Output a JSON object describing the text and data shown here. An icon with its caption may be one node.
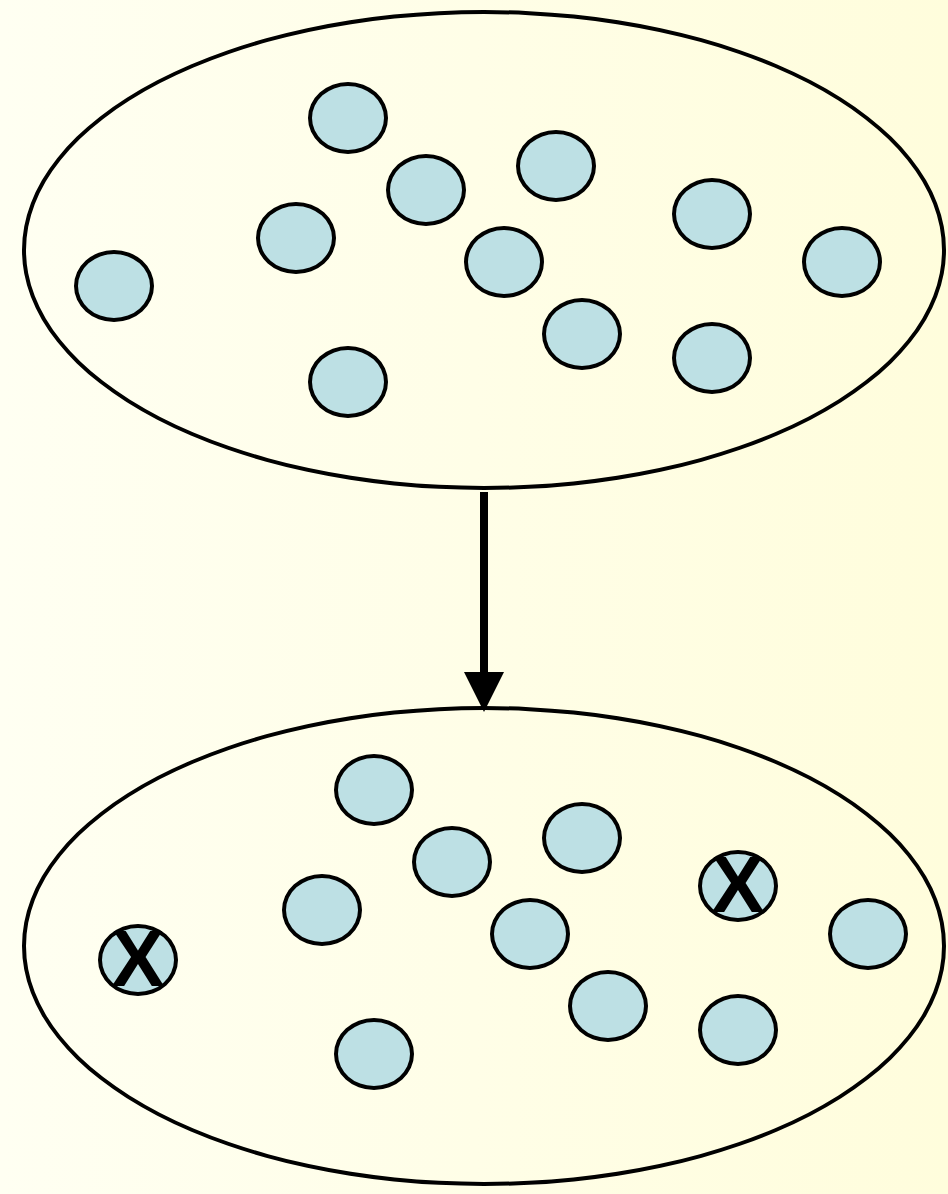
{
  "diagram": {
    "nodes": [
      {
        "text": [],
        "shape": "ellipse"
      },
      {
        "text": [],
        "shape": "circle",
        "in": 0
      },
      {
        "text": [],
        "shape": "circle",
        "in": 0
      },
      {
        "text": [],
        "shape": "circle",
        "in": 0
      },
      {
        "text": [],
        "shape": "circle",
        "in": 0
      },
      {
        "text": [],
        "shape": "circle",
        "in": 0
      },
      {
        "text": [],
        "shape": "circle",
        "in": 0
      },
      {
        "text": [],
        "shape": "circle",
        "in": 0
      },
      {
        "text": [],
        "shape": "circle",
        "in": 0
      },
      {
        "text": [],
        "shape": "circle",
        "in": 0
      },
      {
        "text": [],
        "shape": "circle",
        "in": 0
      },
      {
        "text": [],
        "shape": "circle",
        "in": 0
      },
      {
        "text": [],
        "shape": "ellipse"
      },
      {
        "text": [],
        "shape": "circle",
        "in": 12
      },
      {
        "text": [],
        "shape": "circle",
        "in": 12
      },
      {
        "text": [],
        "shape": "circle",
        "in": 12
      },
      {
        "text": [
          "X"
        ],
        "in": 12
      },
      {
        "text": [],
        "shape": "circle",
        "in": 12
      },
      {
        "text": [],
        "shape": "circle",
        "in": 12
      },
      {
        "text": [],
        "shape": "circle",
        "in": 12
      },
      {
        "text": [
          "X"
        ],
        "in": 12
      },
      {
        "text": [],
        "shape": "circle",
        "in": 12
      },
      {
        "text": [],
        "shape": "circle",
        "in": 12
      },
      {
        "text": [],
        "shape": "circle",
        "in": 12
      }
    ],
    "edges": [
      {
        "from": 0,
        "to": 12,
        "arrow": "to"
      }
    ]
  }
}
